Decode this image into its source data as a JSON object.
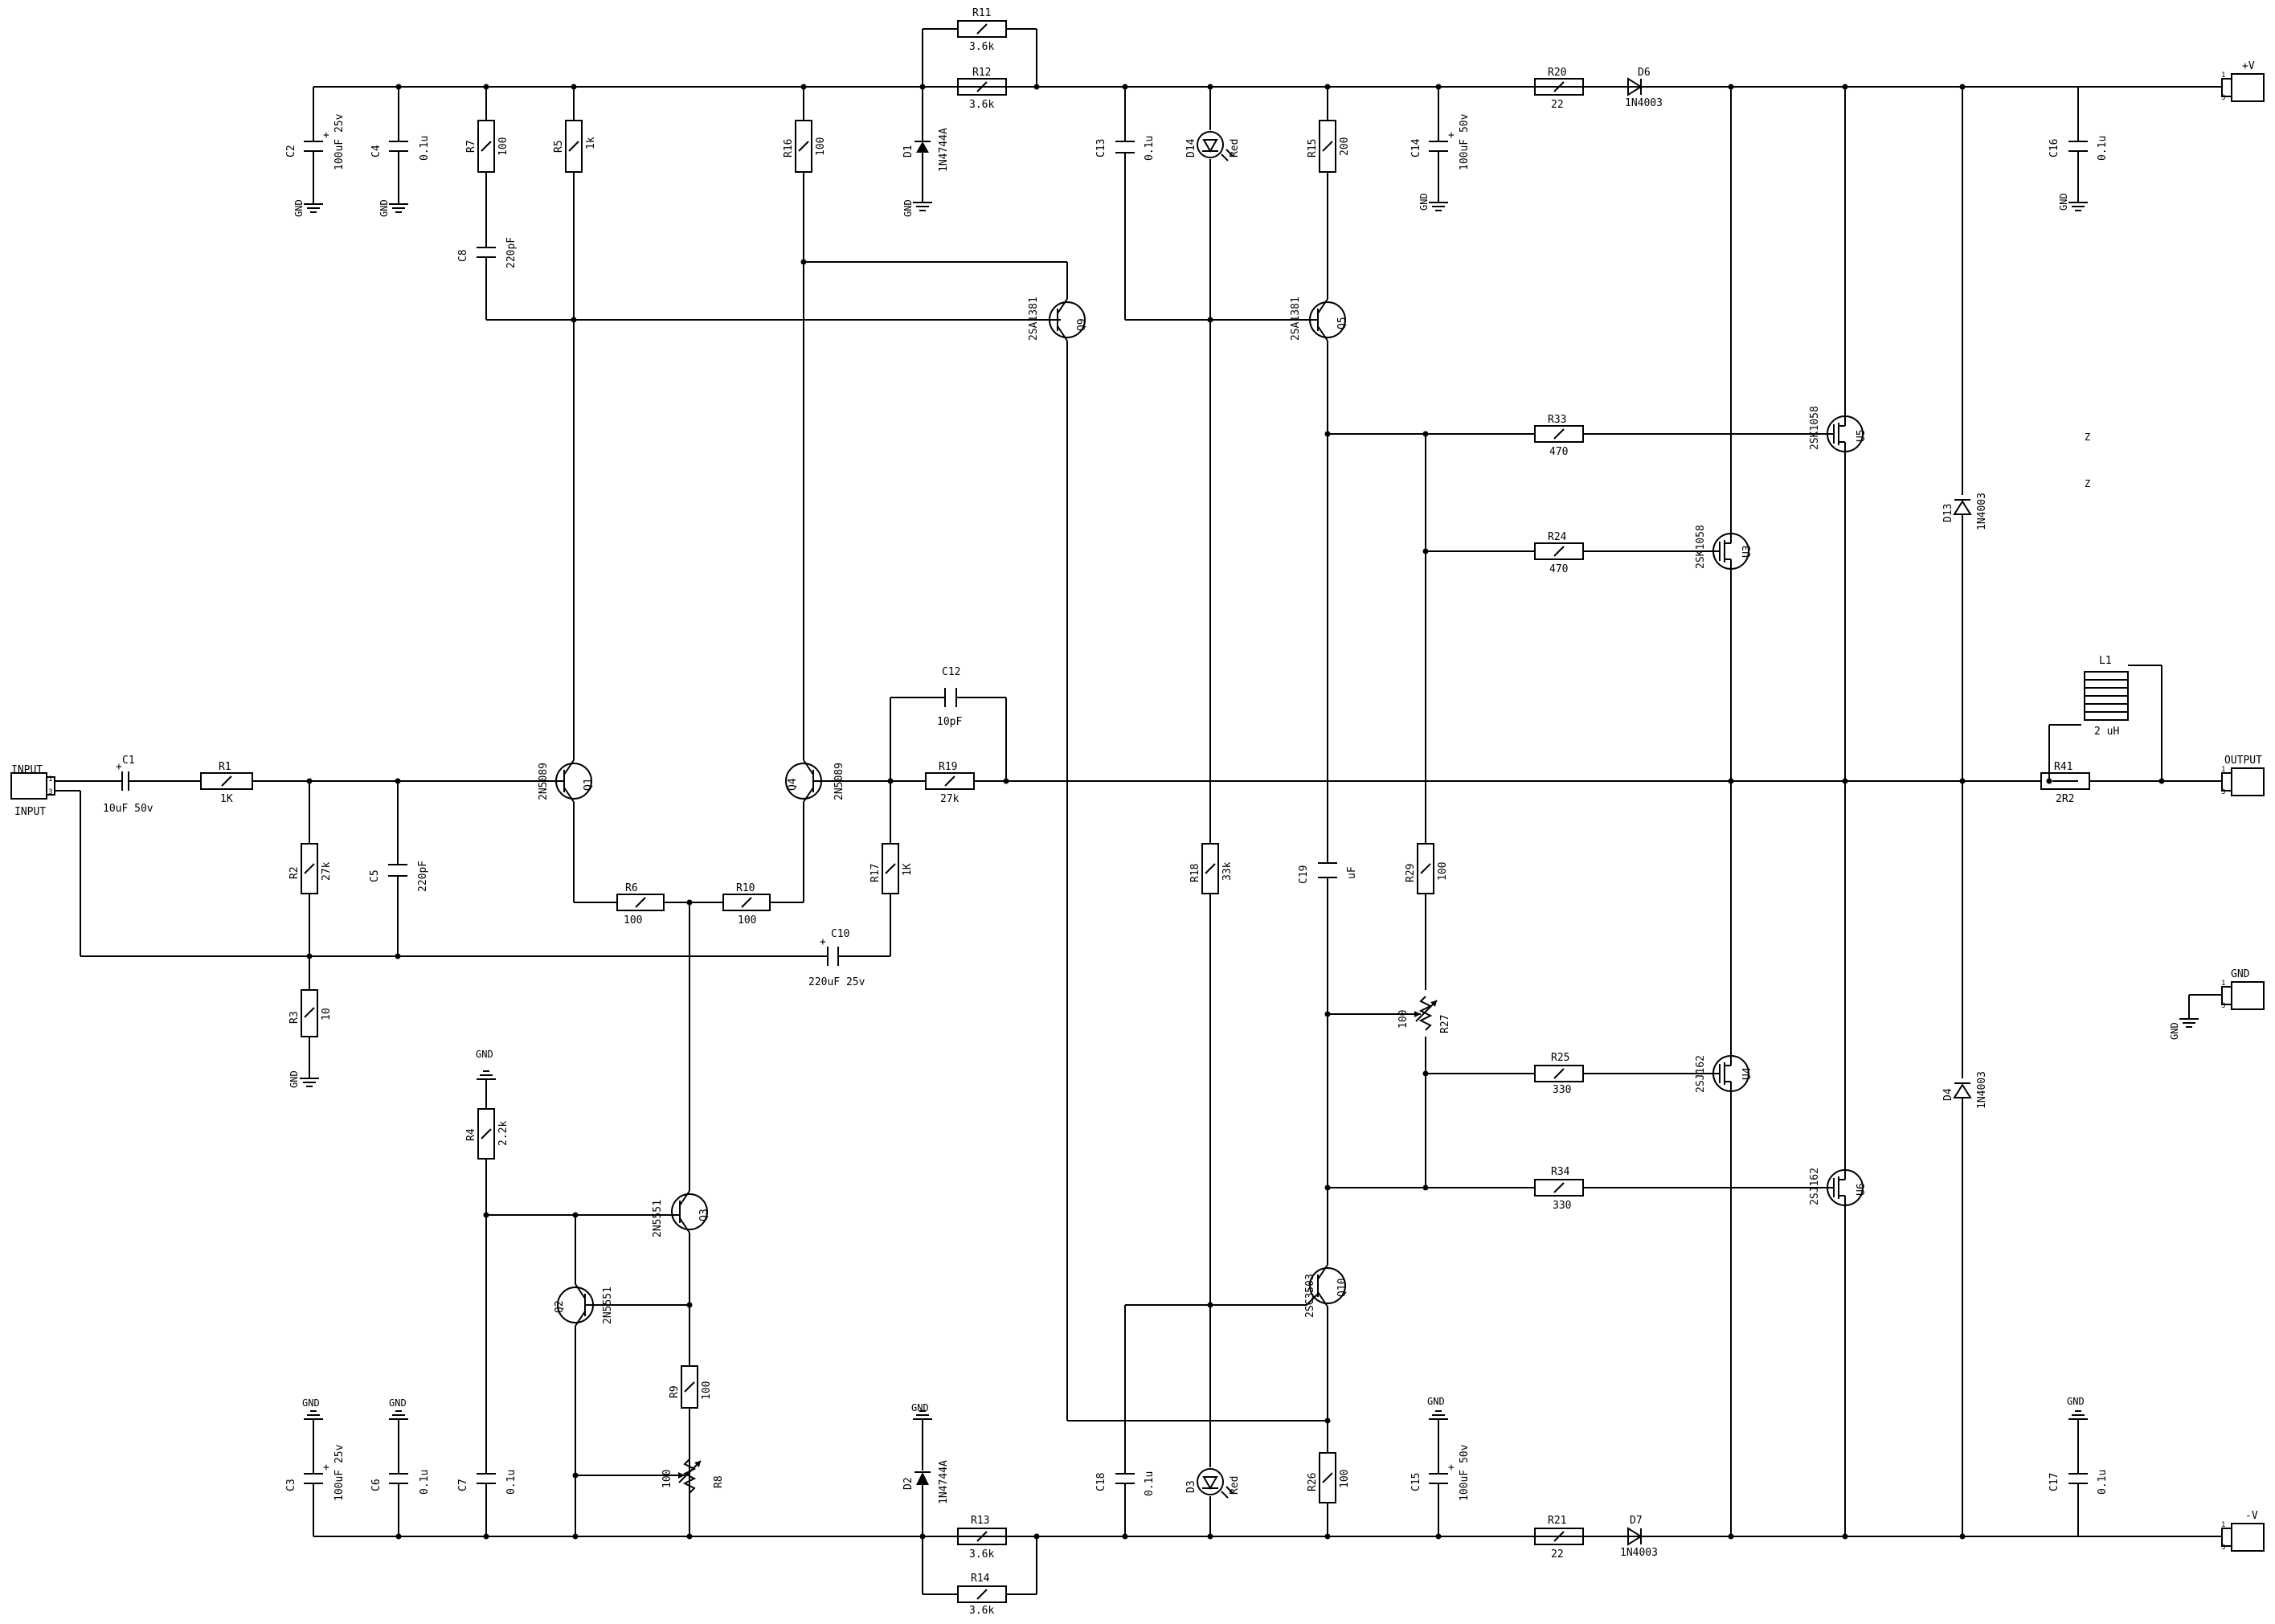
{
  "components": {
    "J1": {
      "ref": "INPUT",
      "value": "INPUT"
    },
    "J2": {
      "ref": "+V"
    },
    "J3": {
      "ref": "OUTPUT"
    },
    "J4": {
      "ref": "GND"
    },
    "J5": {
      "ref": "-V"
    },
    "C1": {
      "ref": "C1",
      "value": "10uF 50v"
    },
    "C2": {
      "ref": "C2",
      "value": "100uF 25v"
    },
    "C3": {
      "ref": "C3",
      "value": "100uF 25v"
    },
    "C4": {
      "ref": "C4",
      "value": "0.1u"
    },
    "C5": {
      "ref": "C5",
      "value": "220pF"
    },
    "C6": {
      "ref": "C6",
      "value": "0.1u"
    },
    "C7": {
      "ref": "C7",
      "value": "0.1u"
    },
    "C8": {
      "ref": "C8",
      "value": "220pF"
    },
    "C10": {
      "ref": "C10",
      "value": "220uF 25v"
    },
    "C12": {
      "ref": "C12",
      "value": "10pF"
    },
    "C13": {
      "ref": "C13",
      "value": "0.1u"
    },
    "C14": {
      "ref": "C14",
      "value": "100uF 50v"
    },
    "C15": {
      "ref": "C15",
      "value": "100uF 50v"
    },
    "C16": {
      "ref": "C16",
      "value": "0.1u"
    },
    "C17": {
      "ref": "C17",
      "value": "0.1u"
    },
    "C18": {
      "ref": "C18",
      "value": "0.1u"
    },
    "C19": {
      "ref": "C19",
      "value": "uF"
    },
    "R1": {
      "ref": "R1",
      "value": "1K"
    },
    "R2": {
      "ref": "R2",
      "value": "27k"
    },
    "R3": {
      "ref": "R3",
      "value": "10"
    },
    "R4": {
      "ref": "R4",
      "value": "2.2k"
    },
    "R5": {
      "ref": "R5",
      "value": "1k"
    },
    "R6": {
      "ref": "R6",
      "value": "100"
    },
    "R7": {
      "ref": "R7",
      "value": "100"
    },
    "R8": {
      "ref": "R8",
      "value": "100"
    },
    "R9": {
      "ref": "R9",
      "value": "100"
    },
    "R10": {
      "ref": "R10",
      "value": "100"
    },
    "R11": {
      "ref": "R11",
      "value": "3.6k"
    },
    "R12": {
      "ref": "R12",
      "value": "3.6k"
    },
    "R13": {
      "ref": "R13",
      "value": "3.6k"
    },
    "R14": {
      "ref": "R14",
      "value": "3.6k"
    },
    "R15": {
      "ref": "R15",
      "value": "200"
    },
    "R16": {
      "ref": "R16",
      "value": "100"
    },
    "R17": {
      "ref": "R17",
      "value": "1K"
    },
    "R18": {
      "ref": "R18",
      "value": "33k"
    },
    "R19": {
      "ref": "R19",
      "value": "27k"
    },
    "R20": {
      "ref": "R20",
      "value": "22"
    },
    "R21": {
      "ref": "R21",
      "value": "22"
    },
    "R24": {
      "ref": "R24",
      "value": "470"
    },
    "R25": {
      "ref": "R25",
      "value": "330"
    },
    "R26": {
      "ref": "R26",
      "value": "100"
    },
    "R27": {
      "ref": "R27",
      "value": "100"
    },
    "R29": {
      "ref": "R29",
      "value": "100"
    },
    "R33": {
      "ref": "R33",
      "value": "470"
    },
    "R34": {
      "ref": "R34",
      "value": "330"
    },
    "R41": {
      "ref": "R41",
      "value": "2R2"
    },
    "D1": {
      "ref": "D1",
      "value": "1N4744A"
    },
    "D2": {
      "ref": "D2",
      "value": "1N4744A"
    },
    "D3": {
      "ref": "D3",
      "value": "Red"
    },
    "D4": {
      "ref": "D4",
      "value": "1N4003"
    },
    "D6": {
      "ref": "D6",
      "value": "1N4003"
    },
    "D7": {
      "ref": "D7",
      "value": "1N4003"
    },
    "D13": {
      "ref": "D13",
      "value": "1N4003"
    },
    "D14": {
      "ref": "D14",
      "value": "Red"
    },
    "Q1": {
      "ref": "Q1",
      "value": "2N5089"
    },
    "Q2": {
      "ref": "Q2",
      "value": "2N5551"
    },
    "Q3": {
      "ref": "Q3",
      "value": "2N5551"
    },
    "Q4": {
      "ref": "Q4",
      "value": "2N5089"
    },
    "Q5": {
      "ref": "Q5",
      "value": "2SA1381"
    },
    "Q9": {
      "ref": "Q9",
      "value": "2SA1381"
    },
    "Q10": {
      "ref": "Q10",
      "value": "2SC3503"
    },
    "U3": {
      "ref": "U3",
      "value": "2SK1058"
    },
    "U4": {
      "ref": "U4",
      "value": "2SJ162"
    },
    "U5": {
      "ref": "U5",
      "value": "2SK1058"
    },
    "U6": {
      "ref": "U6",
      "value": "2SJ162"
    },
    "L1": {
      "ref": "L1",
      "value": "2 uH"
    }
  },
  "nets": {
    "gnd": "GND",
    "z": "Z"
  }
}
